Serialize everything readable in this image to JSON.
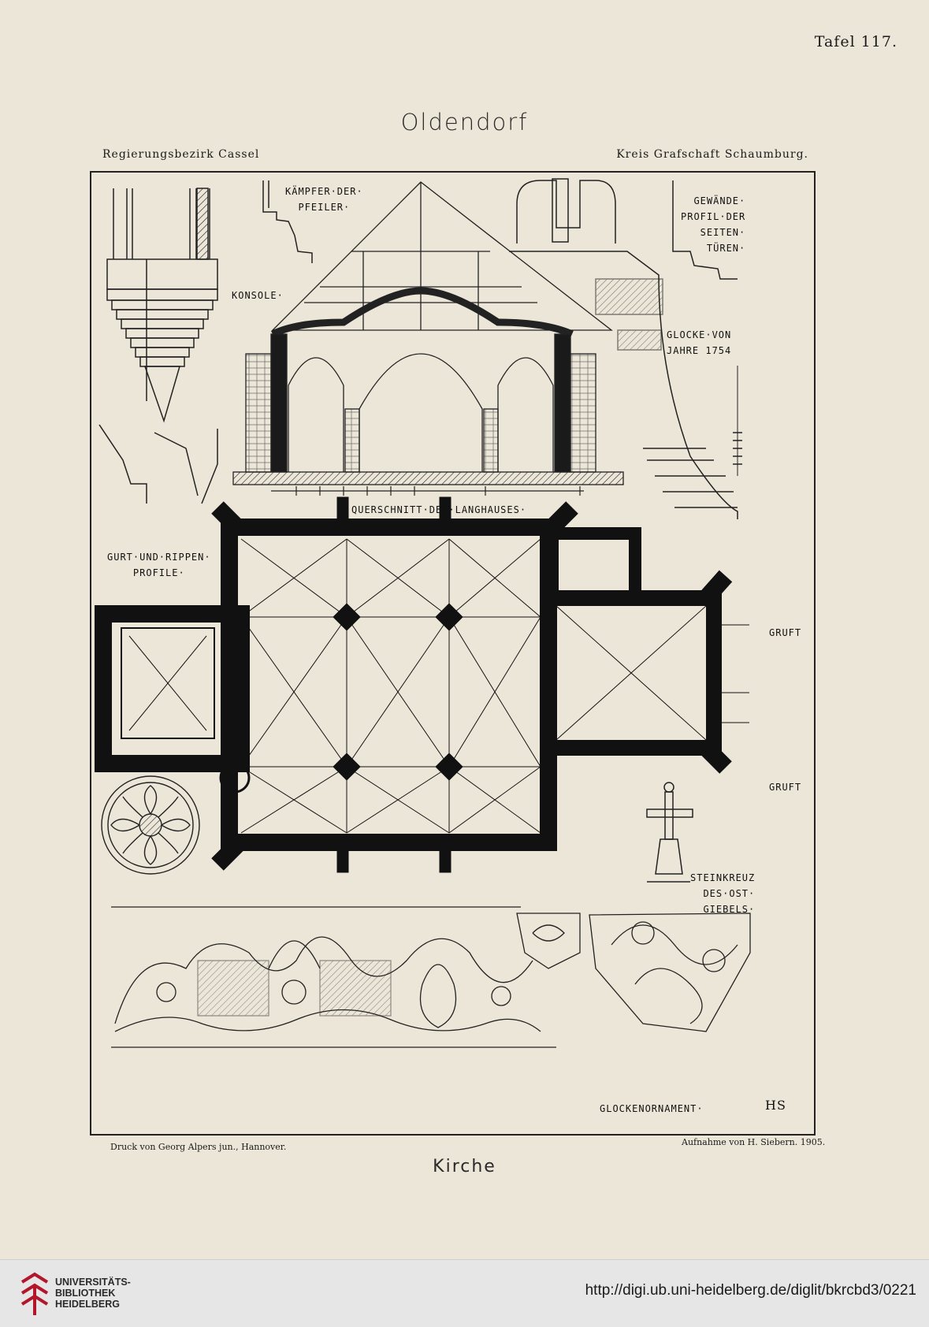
{
  "plate_number": "Tafel 117.",
  "title": "Oldendorf",
  "region_left": "Regierungsbezirk Cassel",
  "region_right": "Kreis Grafschaft Schaumburg.",
  "credit_left": "Druck von Georg Alpers jun., Hannover.",
  "credit_right": "Aufnahme von H. Siebern.   1905.",
  "subject": "Kirche",
  "drawing_labels": {
    "kaempfer": [
      "KÄMPFER·DER·",
      "PFEILER·"
    ],
    "konsole": "KONSOLE·",
    "gewaende": [
      "GEWÄNDE·",
      "PROFIL·DER",
      "SEITEN·",
      "TÜREN·"
    ],
    "glocke": [
      "GLOCKE·VON",
      "JAHRE 1754"
    ],
    "querschnitt": "QUERSCHNITT·DES·LANGHAUSES·",
    "gurt": [
      "GURT·UND·RIPPEN·",
      "PROFILE·"
    ],
    "gruft_1": "GRUFT",
    "gruft_2": "GRUFT",
    "steinkreuz": [
      "STEINKREUZ",
      "DES·OST·",
      "GIEBELS·"
    ],
    "glockenornament": "GLOCKENORNAMENT·",
    "monogram": "HS"
  },
  "footer": {
    "library_lines": [
      "UNIVERSITÄTS-",
      "BIBLIOTHEK",
      "HEIDELBERG"
    ],
    "url": "http://digi.ub.uni-heidelberg.de/diglit/bkrcbd3/0221",
    "logo_color": "#b3152a"
  }
}
